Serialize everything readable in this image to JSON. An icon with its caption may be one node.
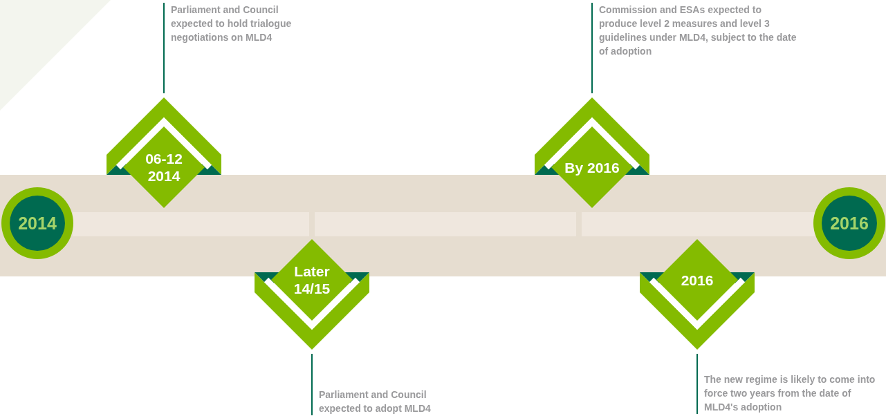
{
  "diagram": {
    "nodes": [
      {
        "text": [
          "2014"
        ]
      },
      {
        "text": [
          "06-12 2014"
        ]
      },
      {
        "text": [
          "Parliament and Council expected to hold trialogue negotiations on MLD4"
        ]
      },
      {
        "text": [
          "Later 14/15"
        ]
      },
      {
        "text": [
          "Parliament and Council expected to adopt MLD4"
        ]
      },
      {
        "text": [
          "By 2016"
        ]
      },
      {
        "text": [
          "Commission and ESAs expected to produce level 2 measures and level 3 guidelines under MLD4, subject to the date of adoption"
        ]
      },
      {
        "text": [
          "2016"
        ]
      },
      {
        "text": [
          "The new regime is likely to come into force two years from the date of MLD4's adoption"
        ]
      },
      {
        "text": [
          "2016"
        ]
      }
    ],
    "edges": [
      {
        "from": 2,
        "to": 1,
        "arrow": "none"
      },
      {
        "from": 4,
        "to": 3,
        "arrow": "none"
      },
      {
        "from": 6,
        "to": 5,
        "arrow": "none"
      },
      {
        "from": 8,
        "to": 7,
        "arrow": "none"
      }
    ]
  }
}
